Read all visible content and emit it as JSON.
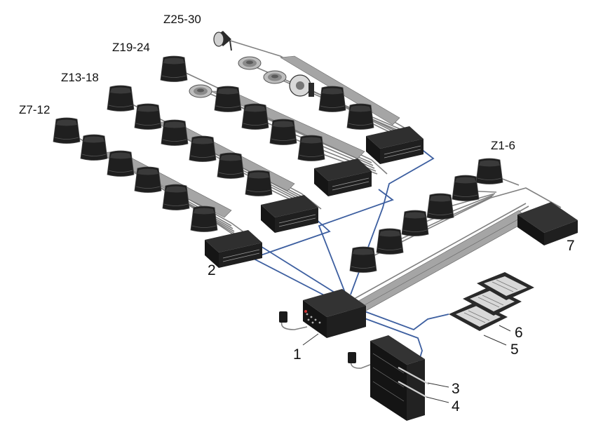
{
  "zone_labels": {
    "z25_30": "Z25-30",
    "z19_24": "Z19-24",
    "z13_18": "Z13-18",
    "z7_12": "Z7-12",
    "z1_6": "Z1-6"
  },
  "callouts": {
    "c1": "1",
    "c2": "2",
    "c3": "3",
    "c4": "4",
    "c5": "5",
    "c6": "6",
    "c7": "7"
  },
  "colors": {
    "device": "#1c1c1c",
    "device_top": "#3a3a3a",
    "cable_gray": "#7d7d7d",
    "cable_blue": "#3a5a9a",
    "label_text": "#111111"
  },
  "icons": {
    "speaker": "speaker-icon",
    "ceiling_speaker": "ceiling-speaker-icon",
    "horn": "horn-speaker-icon",
    "amplifier": "amplifier-icon",
    "power_adapter": "power-adapter-icon",
    "paging_station": "paging-station-icon"
  }
}
